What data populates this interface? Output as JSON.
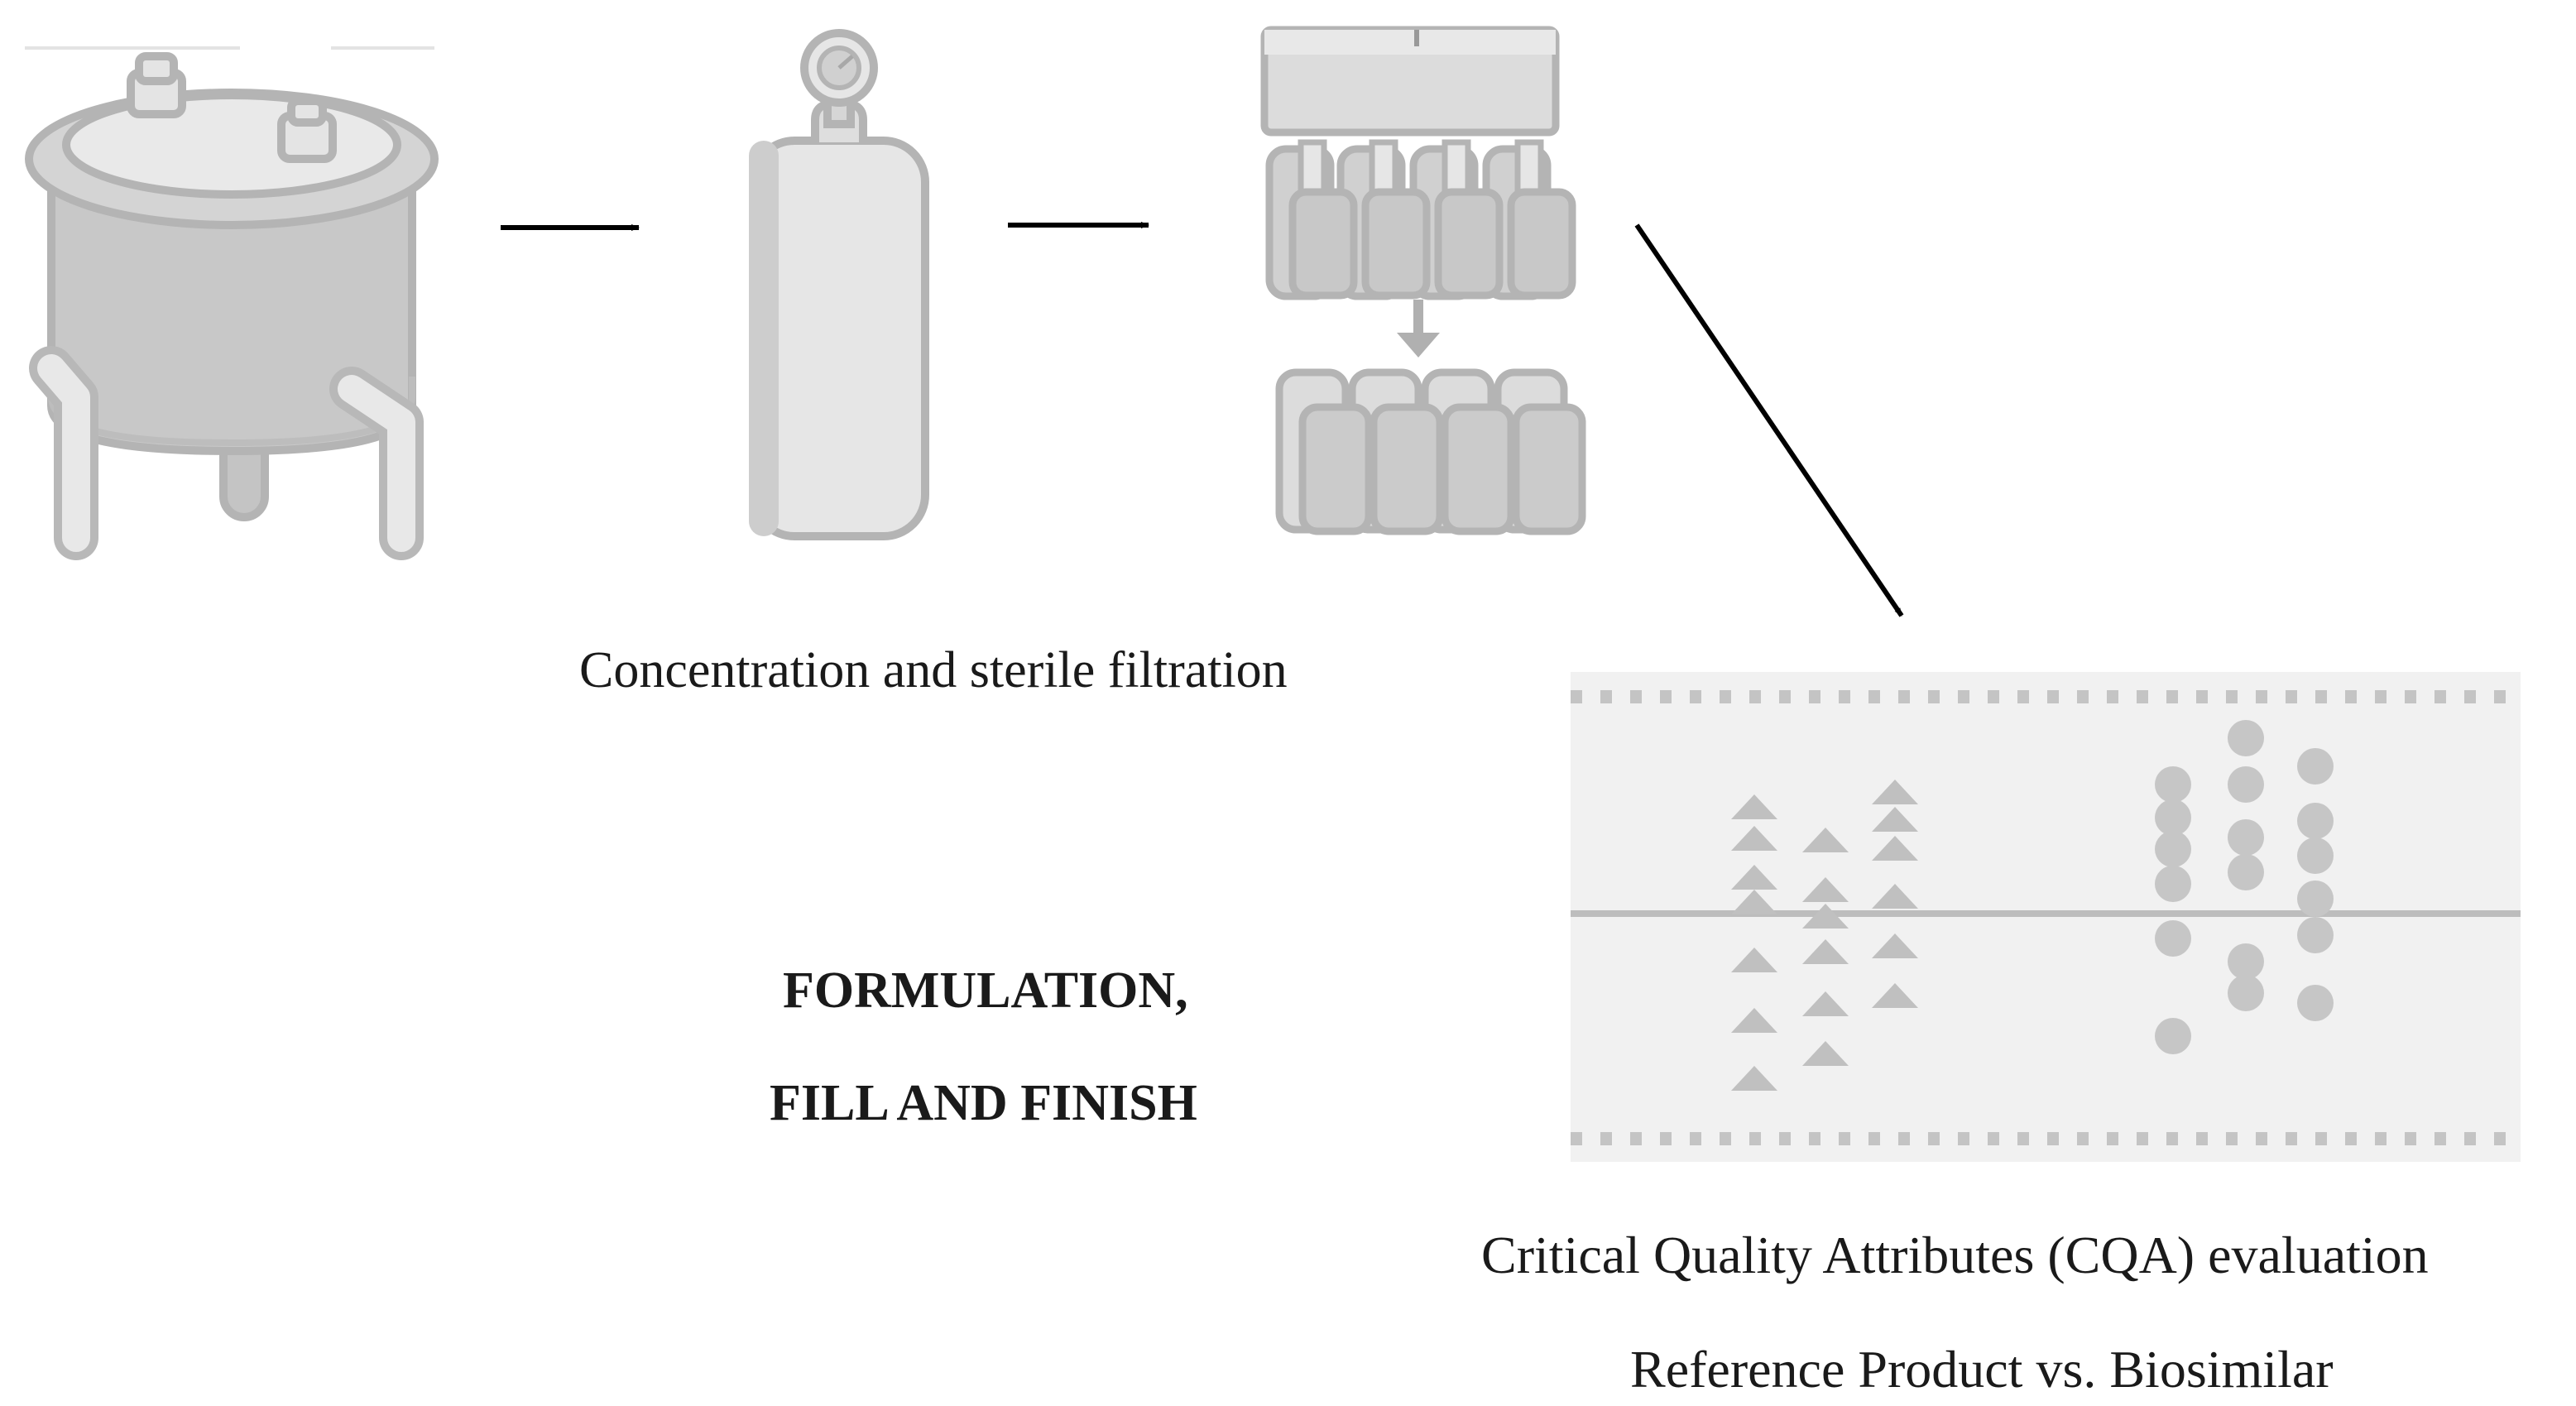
{
  "labels": {
    "concentration": "Concentration and sterile filtration",
    "formulation_line1": "FORMULATION,",
    "formulation_line2": "FILL AND FINISH",
    "cqa_line1": "Critical Quality Attributes (CQA) evaluation",
    "cqa_line2": "Reference Product vs. Biosimilar"
  },
  "icons": [
    "bioreactor-icon",
    "filtration-cylinder-icon",
    "vial-filling-icon",
    "cqa-comparison-plot-icon"
  ],
  "colors": {
    "icon_fill": "#c8c8c8",
    "icon_fill_light": "#e6e6e6",
    "icon_stroke": "#b4b4b4",
    "panel_bg": "#f1f1f1",
    "arrow": "#000000"
  }
}
